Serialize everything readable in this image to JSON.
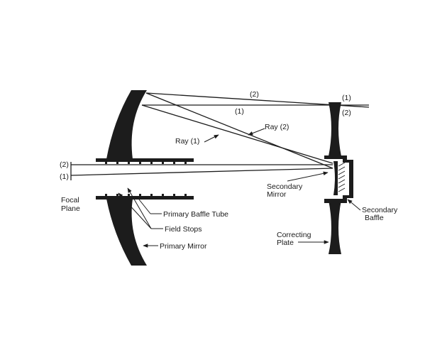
{
  "labels": {
    "ray1_top": "(1)",
    "ray2_top": "(2)",
    "ray1_plate": "(1)",
    "ray2_plate": "(2)",
    "ray1": "Ray (1)",
    "ray2": "Ray (2)",
    "focal_2": "(2)",
    "focal_1": "(1)",
    "focal_plane_line1": "Focal",
    "focal_plane_line2": "Plane",
    "secondary_mirror_line1": "Secondary",
    "secondary_mirror_line2": "Mirror",
    "secondary_baffle_line1": "Secondary",
    "secondary_baffle_line2": "Baffle",
    "primary_baffle_tube": "Primary Baffle Tube",
    "field_stops": "Field Stops",
    "primary_mirror": "Primary Mirror",
    "correcting_plate_line1": "Correcting",
    "correcting_plate_line2": "Plate"
  }
}
